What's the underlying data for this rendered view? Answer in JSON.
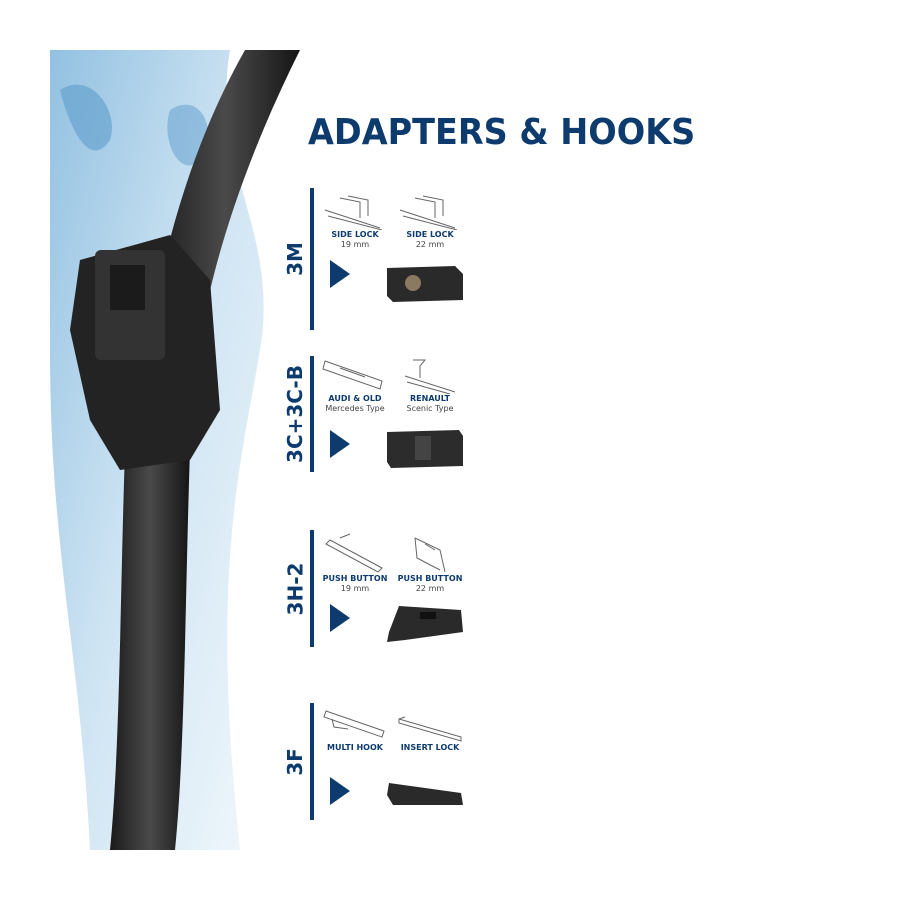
{
  "title": "ADAPTERS & HOOKS",
  "colors": {
    "brand": "#0d3b6e",
    "adapter": "#2a2a2a"
  },
  "sections": [
    {
      "code": "3M",
      "options": [
        {
          "label": "SIDE LOCK",
          "sub": "19 mm"
        },
        {
          "label": "SIDE LOCK",
          "sub": "22 mm"
        }
      ]
    },
    {
      "code": "3C+3C-B",
      "options": [
        {
          "label": "AUDI & OLD",
          "sub": "Mercedes Type"
        },
        {
          "label": "RENAULT",
          "sub": "Scenic Type"
        }
      ]
    },
    {
      "code": "3H-2",
      "options": [
        {
          "label": "PUSH BUTTON",
          "sub": "19 mm"
        },
        {
          "label": "PUSH BUTTON",
          "sub": "22 mm"
        }
      ]
    },
    {
      "code": "3F",
      "options": [
        {
          "label": "MULTI HOOK",
          "sub": ""
        },
        {
          "label": "INSERT LOCK",
          "sub": ""
        }
      ]
    }
  ]
}
